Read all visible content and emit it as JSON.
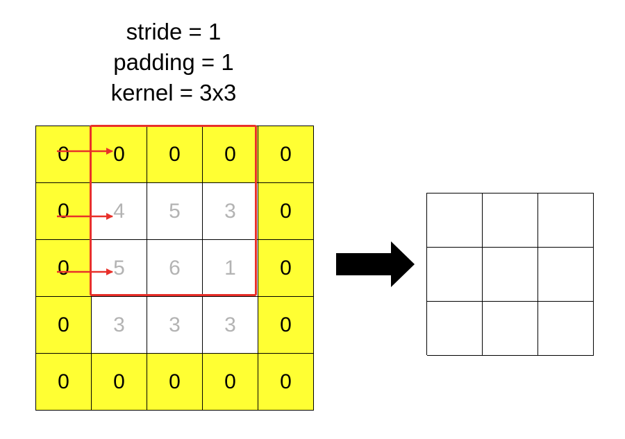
{
  "title": {
    "line1": "stride = 1",
    "line2": "padding = 1",
    "line3": "kernel = 3x3"
  },
  "input_grid": {
    "rows": [
      [
        "0",
        "0",
        "0",
        "0",
        "0"
      ],
      [
        "0",
        "4",
        "5",
        "3",
        "0"
      ],
      [
        "0",
        "5",
        "6",
        "1",
        "0"
      ],
      [
        "0",
        "3",
        "3",
        "3",
        "0"
      ],
      [
        "0",
        "0",
        "0",
        "0",
        "0"
      ]
    ],
    "padding_color": "#ffff33",
    "value_color": "#b3b3b3"
  },
  "kernel_window_color": "#e8302a",
  "output_grid": {
    "rows": 3,
    "cols": 3
  }
}
